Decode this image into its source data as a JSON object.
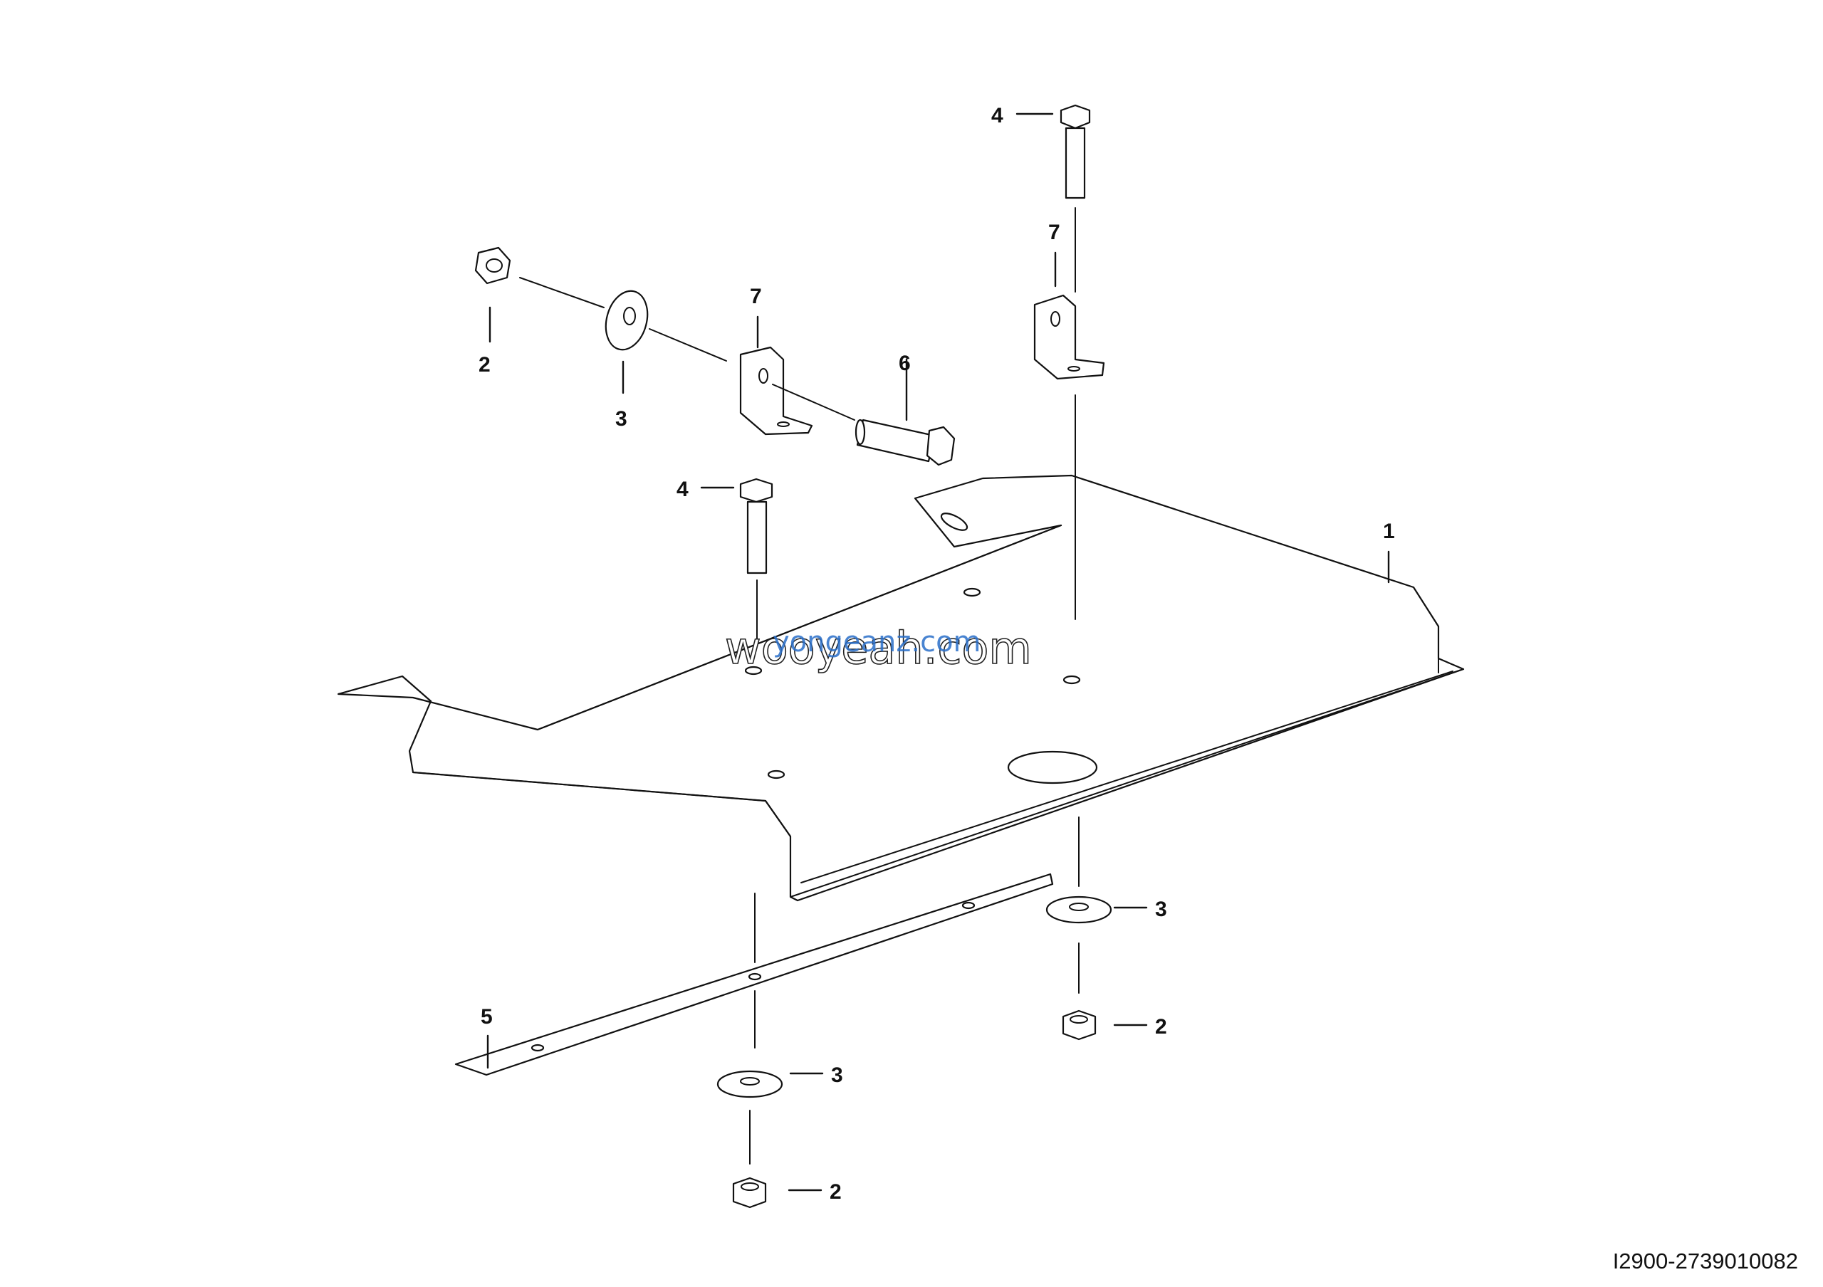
{
  "callouts": {
    "c1": "1",
    "c2a": "2",
    "c2b": "2",
    "c2c": "2",
    "c3a": "3",
    "c3b": "3",
    "c3c": "3",
    "c4a": "4",
    "c4b": "4",
    "c5": "5",
    "c6": "6",
    "c7a": "7",
    "c7b": "7"
  },
  "watermark": {
    "primary": "wooyeah.com",
    "secondary": "yongeanz.com"
  },
  "document_number": "I2900-2739010082"
}
